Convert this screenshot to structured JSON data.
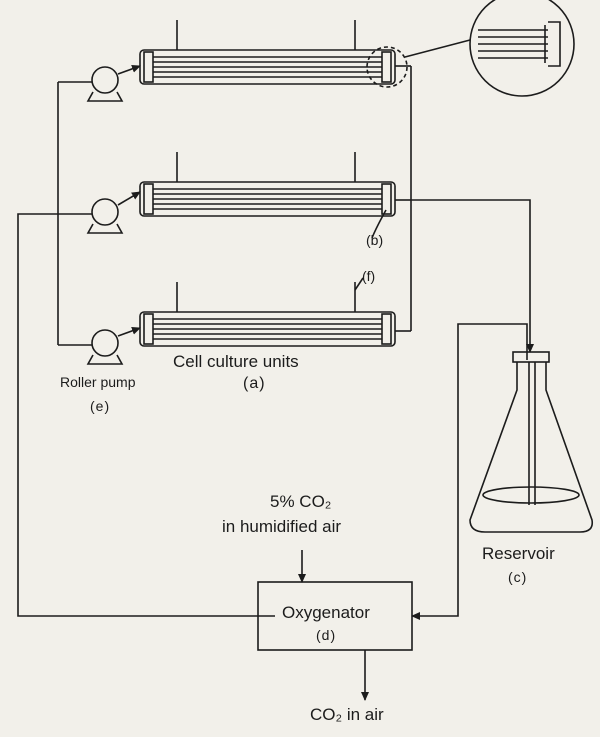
{
  "diagram": {
    "labels": {
      "cell_culture_units": "Cell culture units",
      "cell_culture_units_tag": "(a)",
      "roller_pump": "Roller pump",
      "roller_pump_tag": "(e)",
      "reservoir": "Reservoir",
      "reservoir_tag": "(c)",
      "oxygenator": "Oxygenator",
      "oxygenator_tag": "(d)",
      "gas_in_line1": "5% CO₂",
      "gas_in_line2": "in humidified air",
      "gas_out": "CO₂ in air",
      "callout_b": "(b)",
      "callout_f": "(f)"
    },
    "components": {
      "culture_unit_count": 3,
      "pump_count": 3
    },
    "colors": {
      "background": "#f2f0ea",
      "ink": "#1c1c1c"
    }
  }
}
